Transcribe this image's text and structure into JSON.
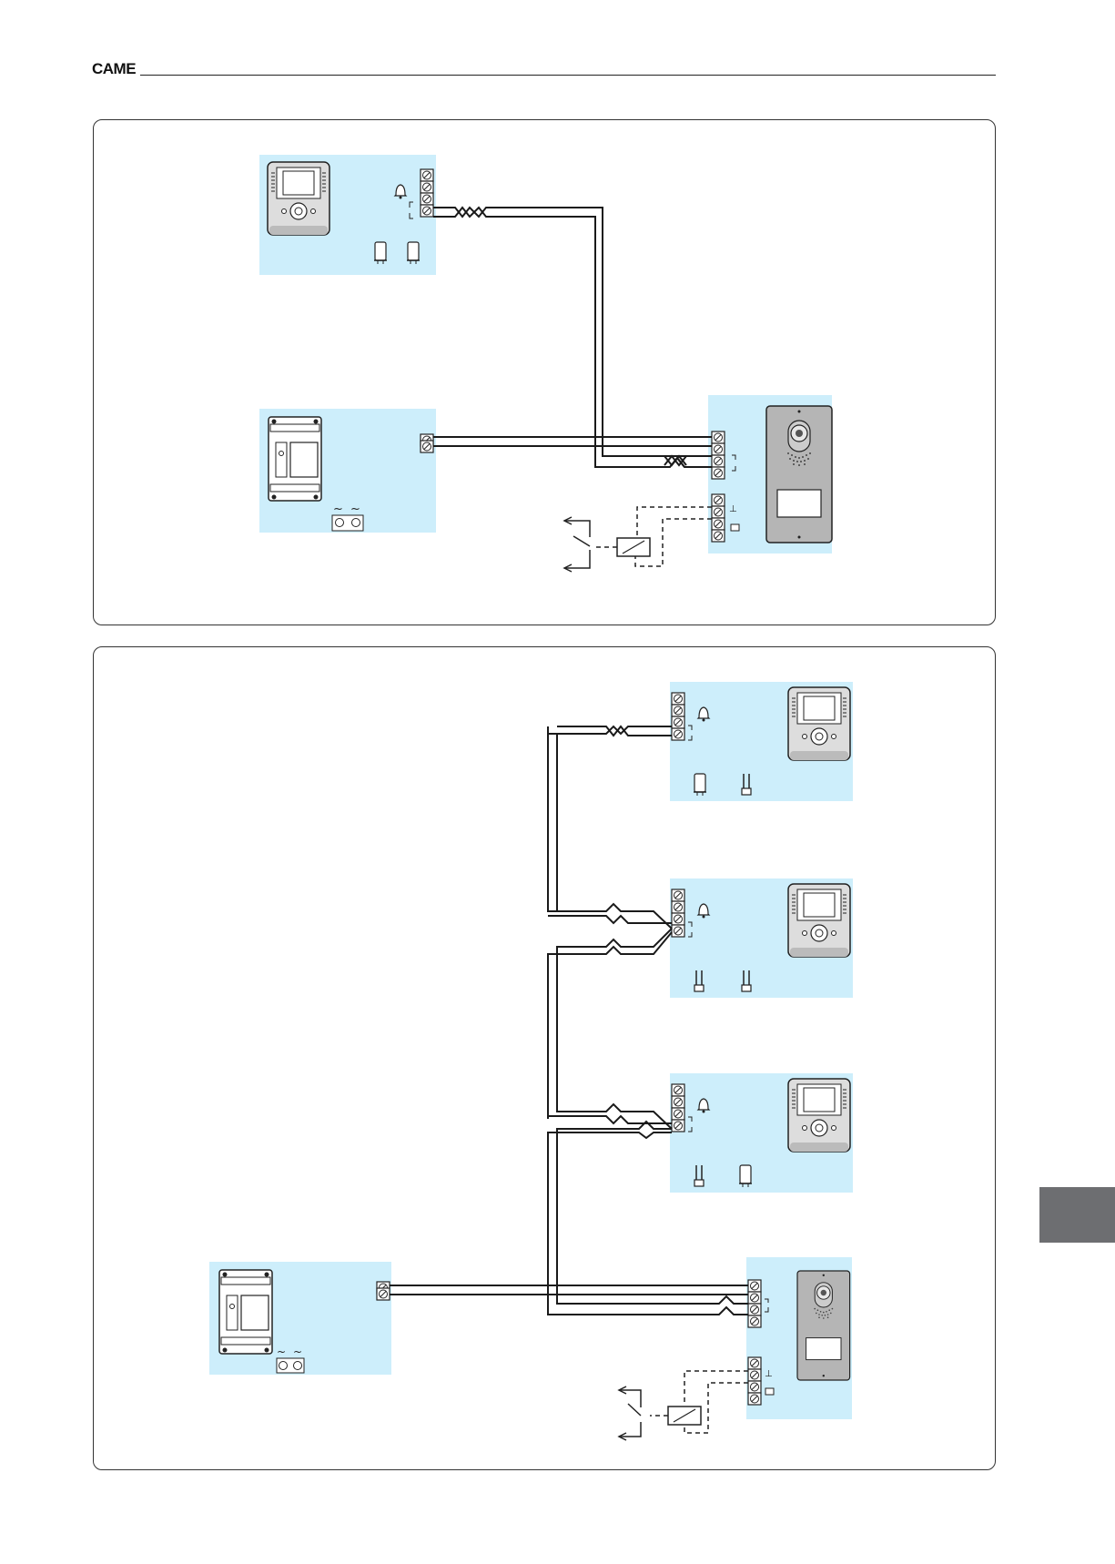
{
  "header": {
    "brand": "CAME"
  },
  "colors": {
    "device_fill": "#cdeefb",
    "wire": "#1a1a1a",
    "panel_border": "#333333",
    "side_tab": "#6d6e71"
  },
  "icons": [
    "bell-icon",
    "monitor-icon",
    "power-supply-icon",
    "door-station-icon",
    "lock-relay-icon",
    "ac-tilde-icon",
    "twisted-pair-icon"
  ],
  "diagrams": [
    {
      "name": "single-user",
      "monitors": 1,
      "has_door_station": true,
      "has_power_supply": true,
      "has_lock": true
    },
    {
      "name": "multi-user",
      "monitors": 3,
      "has_door_station": true,
      "has_power_supply": true,
      "has_lock": true
    }
  ],
  "power_supply": {
    "ac_symbol": "~"
  }
}
